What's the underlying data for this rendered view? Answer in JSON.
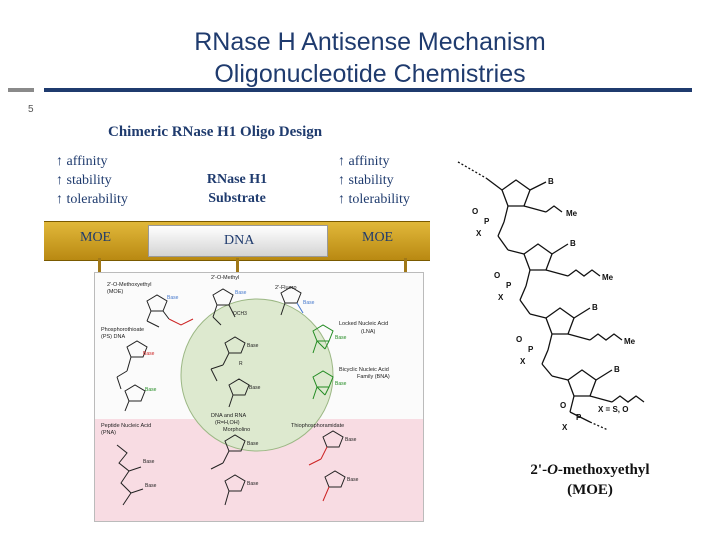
{
  "slide": {
    "title_line1": "RNase H Antisense Mechanism",
    "title_line2": "Oligonucleotide Chemistries",
    "number": "5",
    "subtitle": "Chimeric RNase H1 Oligo Design"
  },
  "design": {
    "left_props": [
      "↑ affinity",
      "↑ stability",
      "↑ tolerability"
    ],
    "right_props": [
      "↑ affinity",
      "↑ stability",
      "↑ tolerability"
    ],
    "substrate_line1": "RNase H1",
    "substrate_line2": "Substrate",
    "wing_left": "MOE",
    "gap": "DNA",
    "wing_right": "MOE",
    "bar_color": "#d4a21c"
  },
  "chemistries": {
    "moe": "2'-O-Methoxyethyl",
    "moe_abbr": "(MOE)",
    "ome": "2'-O-Methyl",
    "fluoro": "2'-Fluoro",
    "ps_line1": "Phosphorothioate",
    "ps_line2": "(PS) DNA",
    "lna_line1": "Locked Nucleic Acid",
    "lna_line2": "(LNA)",
    "bna_line1": "Bicyclic Nucleic Acid",
    "bna_line2": "Family (BNA)",
    "dna_rna_line1": "DNA and RNA",
    "dna_rna_line2": "(R=H,OH)",
    "pna_line1": "Peptide Nucleic Acid",
    "pna_line2": "(PNA)",
    "morpholino": "Morpholino",
    "thiophos": "Thiophosphoramidate",
    "base": "Base",
    "och3": "OCH3",
    "r": "R"
  },
  "structure": {
    "b": "B",
    "me": "Me",
    "x": "X",
    "x_def": "X = S, O",
    "o": "O",
    "p": "P"
  },
  "caption": {
    "line1_pre": "2'-",
    "line1_italic": "O",
    "line1_post": "-methoxyethyl",
    "line2": "(MOE)"
  },
  "colors": {
    "title": "#1f3b6e",
    "green_circle": "#dde9cf",
    "pink_panel": "#f8dce3",
    "red_label": "#cc2222",
    "green_label": "#228b22"
  }
}
